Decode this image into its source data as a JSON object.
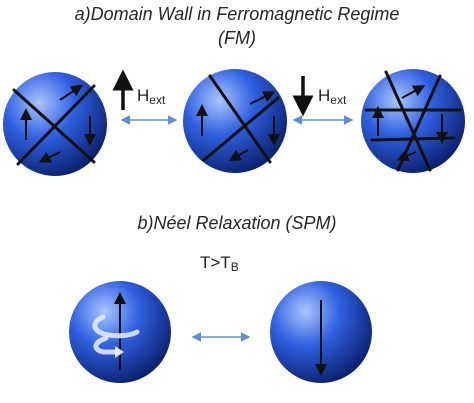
{
  "title_a": "a)Domain Wall in Ferromagnetic Regime",
  "title_a_sub": "(FM)",
  "title_b": "b)Néel Relaxation (SPM)",
  "field_label": {
    "main": "H",
    "sub": "ext"
  },
  "temperature_label": {
    "main": "T>T",
    "sub": "B"
  },
  "colors": {
    "sphere_light": "#a9c6ff",
    "sphere_mid": "#2f5fe0",
    "sphere_dark": "#0a1f6b",
    "arrow": "#111111",
    "double_arrow": "#5b8fd6",
    "rotation_arrow": "#e8eef8"
  },
  "icons": [
    "field-up-arrow-icon",
    "field-down-arrow-icon",
    "double-headed-arrow-icon",
    "rotation-arrow-icon"
  ]
}
